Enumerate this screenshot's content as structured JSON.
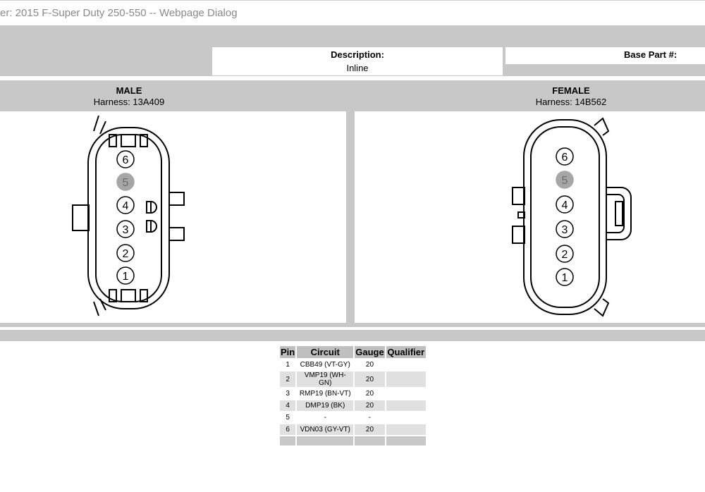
{
  "window": {
    "title": "er: 2015 F-Super Duty 250-550 -- Webpage Dialog"
  },
  "header": {
    "description_label": "Description:",
    "description_value": "Inline",
    "base_part_label": "Base Part #:"
  },
  "male": {
    "name": "MALE",
    "harness": "Harness: 13A409",
    "pins": [
      "6",
      "5",
      "4",
      "3",
      "2",
      "1"
    ]
  },
  "female": {
    "name": "FEMALE",
    "harness": "Harness: 14B562",
    "pins": [
      "6",
      "5",
      "4",
      "3",
      "2",
      "1"
    ]
  },
  "table": {
    "headers": [
      "Pin",
      "Circuit",
      "Gauge",
      "Qualifier"
    ],
    "rows": [
      {
        "pin": "1",
        "circuit": "CBB49 (VT-GY)",
        "gauge": "20",
        "qualifier": ""
      },
      {
        "pin": "2",
        "circuit": "VMP19 (WH-GN)",
        "gauge": "20",
        "qualifier": ""
      },
      {
        "pin": "3",
        "circuit": "RMP19 (BN-VT)",
        "gauge": "20",
        "qualifier": ""
      },
      {
        "pin": "4",
        "circuit": "DMP19 (BK)",
        "gauge": "20",
        "qualifier": ""
      },
      {
        "pin": "5",
        "circuit": "-",
        "gauge": "-",
        "qualifier": ""
      },
      {
        "pin": "6",
        "circuit": "VDN03 (GY-VT)",
        "gauge": "20",
        "qualifier": ""
      }
    ]
  },
  "colors": {
    "band": "#c8c8c8",
    "inactive_pin": "#a6a6a6"
  }
}
